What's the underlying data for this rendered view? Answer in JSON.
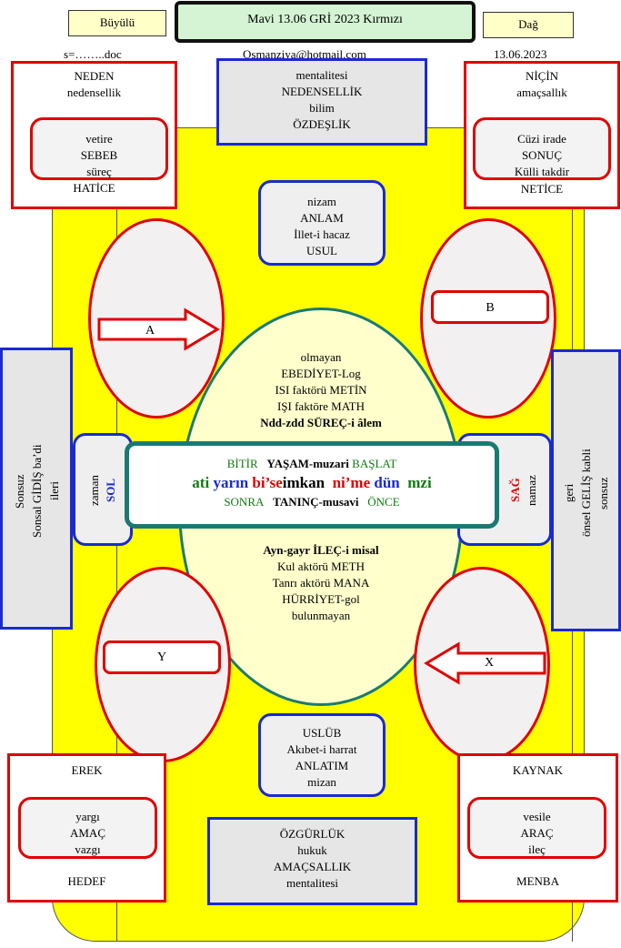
{
  "header": {
    "left_flag": "Büyülü",
    "title": "Mavi 13.06   GRİ  2023 Kırmızı",
    "right_flag": "Dağ",
    "file": "s=……..doc",
    "email": "Osmanziya@hotmail.com",
    "date": "13.06.2023"
  },
  "top_left": {
    "lines": [
      "NEDEN",
      "nedensellik"
    ],
    "inner": [
      "vetire",
      "SEBEB",
      "süreç"
    ],
    "footer": "HATİCE"
  },
  "top_center": {
    "lines": [
      "mentalitesi",
      "NEDENSELLİK",
      "bilim",
      "ÖZDEŞLİK"
    ]
  },
  "top_right": {
    "lines": [
      "NİÇİN",
      "amaçsallık"
    ],
    "inner": [
      "Cüzi irade",
      "SONUÇ",
      "Külli takdir"
    ],
    "footer": "NETİCE"
  },
  "nizam": {
    "lines": [
      "nizam",
      "ANLAM",
      "İllet-i hacaz",
      "USUL"
    ]
  },
  "oval_a": "A",
  "oval_b": "B",
  "oval_y": "Y",
  "oval_x": "X",
  "center_upper": {
    "lines": [
      "olmayan",
      "EBEDİYET-Log",
      "ISI faktörü METİN",
      "IŞI faktöre MATH",
      "Ndd-zdd SÜREÇ-i âlem"
    ]
  },
  "center_box": {
    "row1": {
      "left": "BİTİR",
      "mid": "YAŞAM-muzari",
      "right": "BAŞLAT"
    },
    "row2": {
      "p1": "ati",
      "p2": "yarın",
      "p3": "bi’se",
      "p4": "imkan",
      "p5": "ni’me",
      "p6": "dün",
      "p7": "mzi"
    },
    "row3": {
      "left": "SONRA",
      "mid": "TANINÇ-musavi",
      "right": "ÖNCE"
    }
  },
  "center_lower": {
    "lines": [
      "Ayn-gayr İLEÇ-i misal",
      "Kul aktörü METH",
      "Tanrı aktörü MANA",
      "HÜRRİYET-gol",
      "bulunmayan"
    ]
  },
  "left_side": {
    "line1": "Sonsuz",
    "line2": "Sonsal GİDİŞ ba’di",
    "line3": "ileri"
  },
  "right_side": {
    "line1": "geri",
    "line2": "önsel GELİŞ kabli",
    "line3": "sonsuz"
  },
  "left_tab": {
    "line1": "zaman",
    "line2": "SOL"
  },
  "right_tab": {
    "line1": "SAĞ",
    "line2": "namaz"
  },
  "uslub": {
    "lines": [
      "USLÜB",
      "Akıbet-i harrat",
      "ANLATIM",
      "mizan"
    ]
  },
  "bottom_left": {
    "header": "EREK",
    "inner": [
      "yargı",
      "AMAÇ",
      "vazgı"
    ],
    "footer": "HEDEF"
  },
  "bottom_center": {
    "lines": [
      "ÖZGÜRLÜK",
      "hukuk",
      "AMAÇSALLIK",
      "mentalitesi"
    ]
  },
  "bottom_right": {
    "header": "KAYNAK",
    "inner": [
      "vesile",
      "ARAÇ",
      "ileç"
    ],
    "footer": "MENBA"
  },
  "colors": {
    "yellow": "#ffff00",
    "red": "#e00000",
    "blue": "#1a2ad0",
    "green": "#107a10",
    "teal": "#1a7a72"
  }
}
